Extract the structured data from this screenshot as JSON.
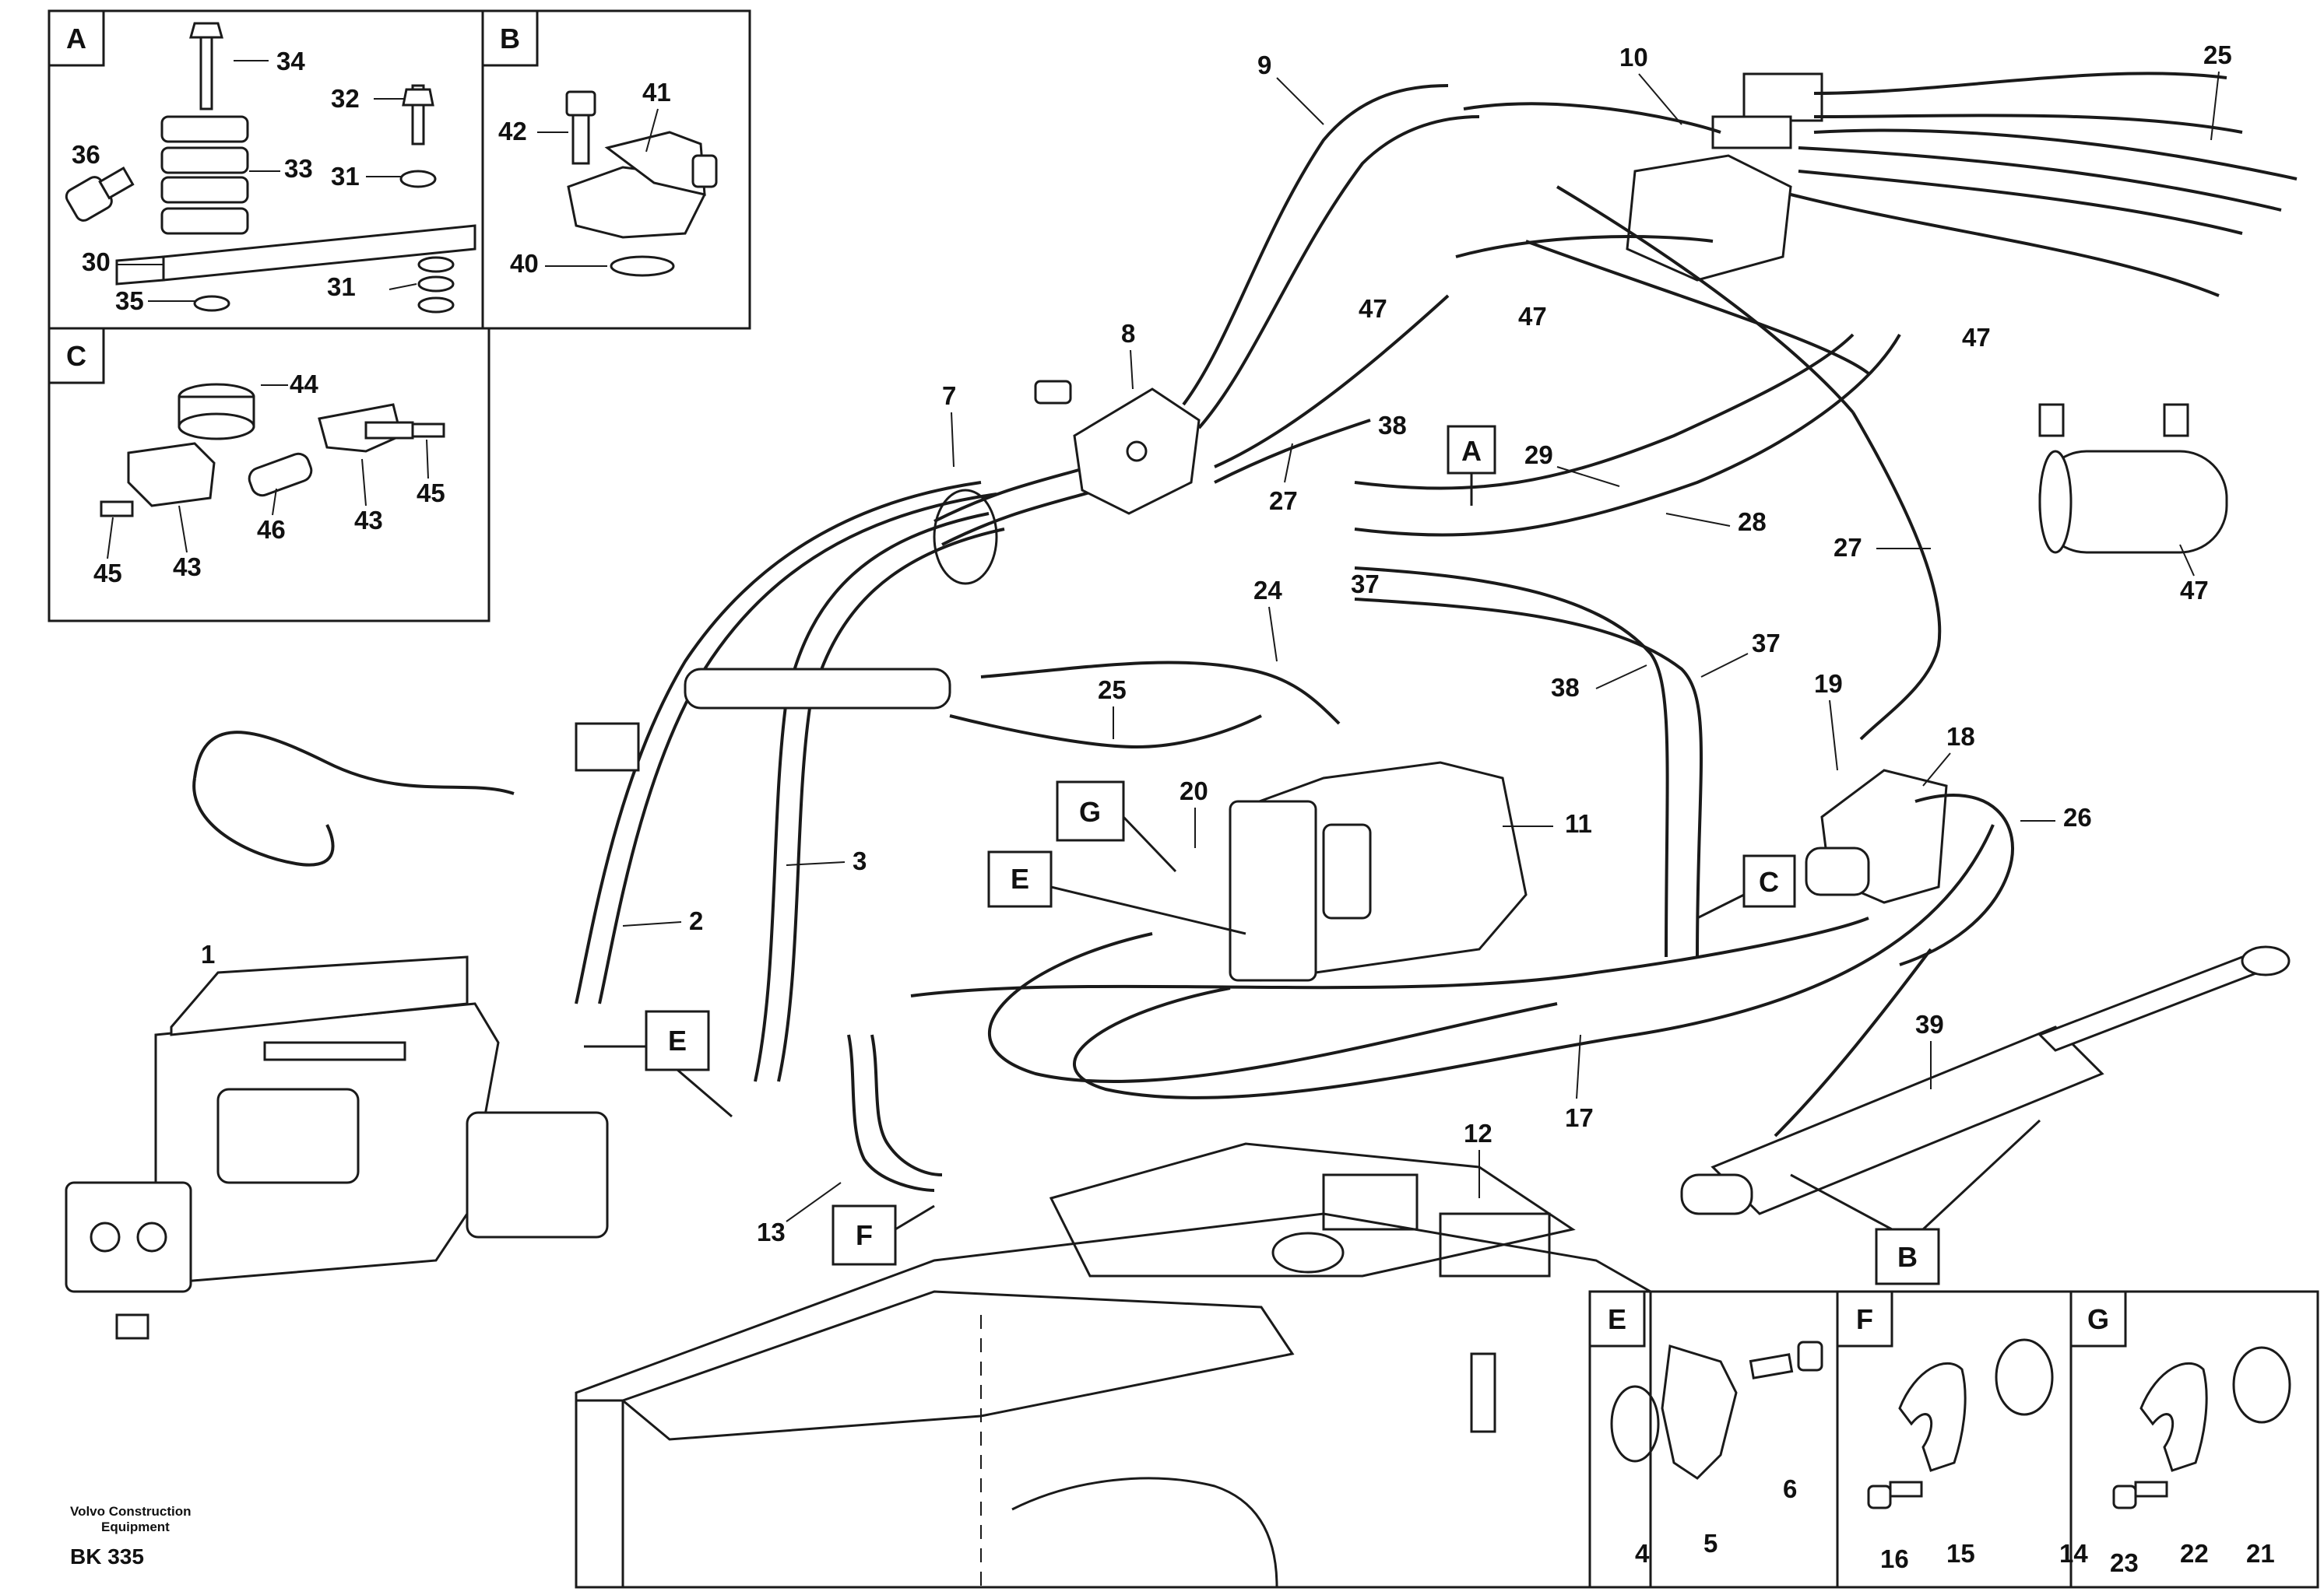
{
  "caption": {
    "line1": "Volvo Construction",
    "line2": "Equipment",
    "code": "BK 335"
  },
  "detail_boxes": {
    "A": "A",
    "B": "B",
    "C": "C",
    "E": "E",
    "F": "F",
    "G": "G"
  },
  "callout_boxes": {
    "A": "A",
    "B": "B",
    "C": "C",
    "E1": "E",
    "E2": "E",
    "F": "F",
    "G": "G"
  },
  "parts": {
    "p1": "1",
    "p2": "2",
    "p3": "3",
    "p4": "4",
    "p5": "5",
    "p6": "6",
    "p7": "7",
    "p8": "8",
    "p9": "9",
    "p10": "10",
    "p11": "11",
    "p12": "12",
    "p13": "13",
    "p14": "14",
    "p15": "15",
    "p16": "16",
    "p17": "17",
    "p18": "18",
    "p19": "19",
    "p20": "20",
    "p21": "21",
    "p22": "22",
    "p23": "23",
    "p24": "24",
    "p25a": "25",
    "p25b": "25",
    "p26": "26",
    "p27a": "27",
    "p27b": "27",
    "p28": "28",
    "p29": "29",
    "p30": "30",
    "p31a": "31",
    "p31b": "31",
    "p32": "32",
    "p33": "33",
    "p34": "34",
    "p35": "35",
    "p36": "36",
    "p37a": "37",
    "p37b": "37",
    "p38a": "38",
    "p38b": "38",
    "p39": "39",
    "p40": "40",
    "p41": "41",
    "p42": "42",
    "p43a": "43",
    "p43b": "43",
    "p44": "44",
    "p45a": "45",
    "p45b": "45",
    "p46": "46",
    "p47a": "47",
    "p47b": "47",
    "p47c": "47",
    "p47d": "47"
  }
}
